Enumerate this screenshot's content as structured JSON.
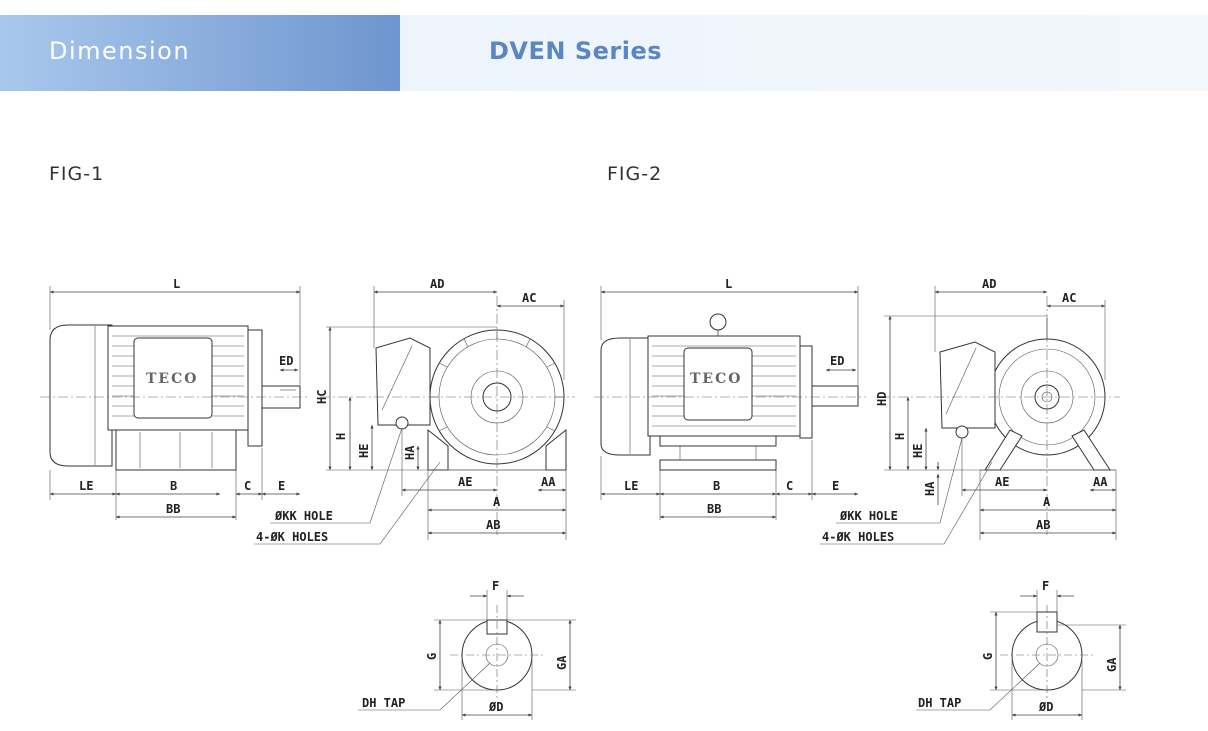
{
  "header": {
    "section_label": "Dimension",
    "series_title": "DVEN Series"
  },
  "figures": {
    "fig1_label": "FIG-1",
    "fig2_label": "FIG-2"
  },
  "brand": {
    "logo_text": "TECO"
  },
  "dimension_labels": {
    "L": "L",
    "LE": "LE",
    "B": "B",
    "BB": "BB",
    "C": "C",
    "E": "E",
    "ED": "ED",
    "AD": "AD",
    "AC": "AC",
    "HC": "HC",
    "HD": "HD",
    "H": "H",
    "HE": "HE",
    "HA": "HA",
    "AE": "AE",
    "AA": "AA",
    "A": "A",
    "AB": "AB",
    "KK_HOLE": "ØKK HOLE",
    "K_HOLES": "4-ØK HOLES",
    "F": "F",
    "G": "G",
    "GA": "GA",
    "DH_TAP": "DH TAP",
    "D": "ØD"
  }
}
